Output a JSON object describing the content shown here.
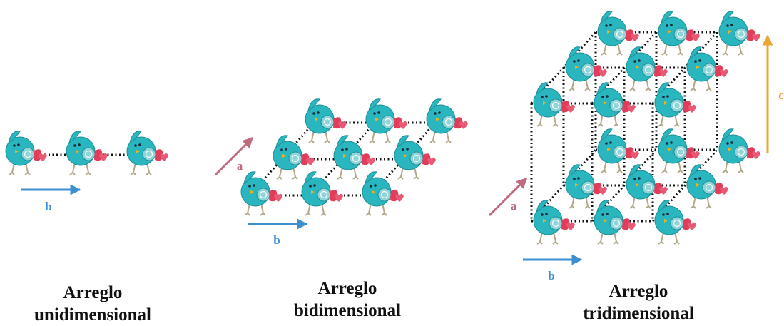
{
  "panels": {
    "one_d": {
      "title_line1": "Arreglo",
      "title_line2": "unidimensional",
      "vector_b": "b"
    },
    "two_d": {
      "title_line1": "Arreglo",
      "title_line2": "bidimensional",
      "vector_a": "a",
      "vector_b": "b"
    },
    "three_d": {
      "title_line1": "Arreglo",
      "title_line2": "tridimensional",
      "vector_a": "a",
      "vector_b": "b",
      "vector_c": "c"
    }
  },
  "colors": {
    "bird_body": "#2ab6be",
    "bird_outline": "#1f8e96",
    "bird_wing": "#8fd6da",
    "bird_beak": "#e23c5a",
    "bird_tail": "#e85a74",
    "bird_legs": "#b2a88a",
    "lattice_line": "#111111",
    "vector_a": "#c06a7e",
    "vector_b": "#3c8fd1",
    "vector_c": "#eaa533"
  },
  "icons": {
    "motif": "bird-icon",
    "lattice": "dotted-line"
  }
}
